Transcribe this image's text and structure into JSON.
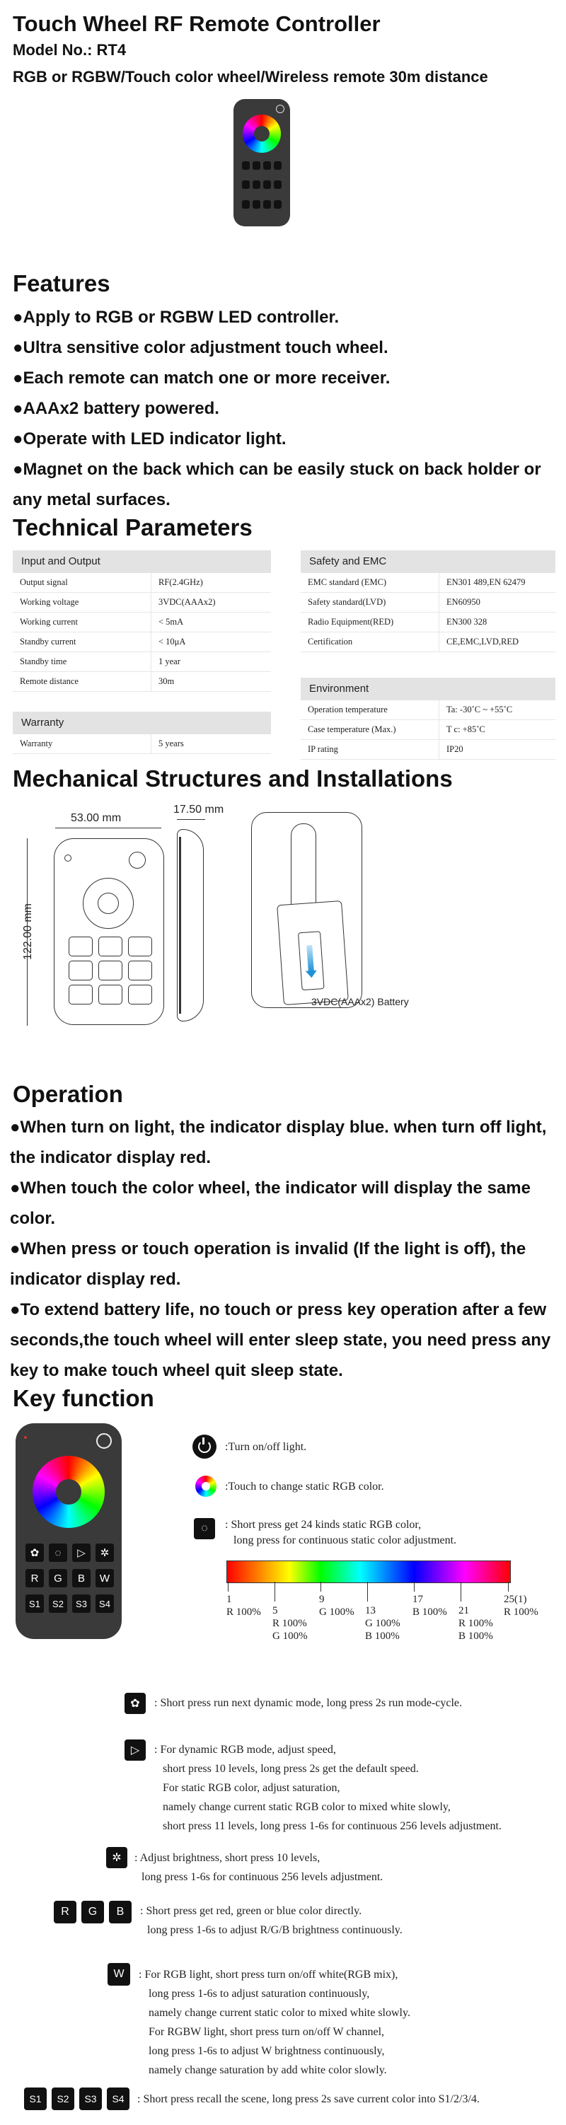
{
  "header": {
    "title": "Touch Wheel RF Remote Controller",
    "model": "Model No.: RT4",
    "subtitle": "RGB or RGBW/Touch color wheel/Wireless remote 30m distance"
  },
  "features": {
    "heading": "Features",
    "items": [
      "●Apply to RGB or RGBW LED controller.",
      "●Ultra sensitive color adjustment touch wheel.",
      "●Each remote can match one or more receiver.",
      "●AAAx2 battery powered.",
      "●Operate with LED indicator light.",
      "●Magnet on the back which can be easily stuck on back holder or",
      "any metal surfaces."
    ]
  },
  "tech": {
    "heading": "Technical Parameters",
    "io": {
      "title": "Input and Output",
      "rows": [
        [
          "Output signal",
          "RF(2.4GHz)"
        ],
        [
          "Working voltage",
          "3VDC(AAAx2)"
        ],
        [
          "Working current",
          "< 5mA"
        ],
        [
          "Standby current",
          "< 10μA"
        ],
        [
          "Standby time",
          "1 year"
        ],
        [
          "Remote distance",
          "30m"
        ]
      ]
    },
    "warranty": {
      "title": "Warranty",
      "rows": [
        [
          "Warranty",
          "5 years"
        ]
      ]
    },
    "safety": {
      "title": "Safety and EMC",
      "rows": [
        [
          "EMC standard (EMC)",
          "EN301 489,EN 62479"
        ],
        [
          "Safety standard(LVD)",
          "EN60950"
        ],
        [
          "Radio Equipment(RED)",
          "EN300 328"
        ],
        [
          "Certification",
          "CE,EMC,LVD,RED"
        ]
      ]
    },
    "env": {
      "title": "Environment",
      "rows": [
        [
          "Operation temperature",
          "Ta: -30˚C ~ +55˚C"
        ],
        [
          "Case temperature (Max.)",
          "T c: +85˚C"
        ],
        [
          "IP rating",
          "IP20"
        ]
      ]
    }
  },
  "mech": {
    "heading": "Mechanical Structures and Installations",
    "width": "53.00 mm",
    "depth": "17.50 mm",
    "height": "122.00 mm",
    "battery": "3VDC(AAAx2)  Battery"
  },
  "operation": {
    "heading": "Operation",
    "lines": [
      "●When turn on light, the indicator display blue. when turn off light,",
      "the indicator display red.",
      "●When touch the color wheel, the indicator will display the same",
      "color.",
      "●When press or touch operation is invalid (If the light is off), the",
      "indicator display red.",
      "●To extend battery life, no touch or press key operation after a few",
      "seconds,the touch wheel will enter sleep state, you need press any",
      "key to make touch wheel quit sleep state."
    ]
  },
  "keyfunc": {
    "heading": "Key function",
    "power": ":Turn on/off light.",
    "wheel": ":Touch to change static RGB color.",
    "cycle": [
      ": Short press get 24 kinds static RGB color,",
      "long press for continuous static color adjustment."
    ],
    "bar_top": [
      {
        "n": "1",
        "c": "R 100%"
      },
      {
        "n": "9",
        "c": "G 100%"
      },
      {
        "n": "17",
        "c": "B 100%"
      },
      {
        "n": "25(1)",
        "c": "R 100%"
      }
    ],
    "bar_bottom": [
      {
        "n": "5",
        "a": "R 100%",
        "b": "G 100%"
      },
      {
        "n": "13",
        "a": "G 100%",
        "b": "B 100%"
      },
      {
        "n": "21",
        "a": "R 100%",
        "b": "B 100%"
      }
    ],
    "mode": ": Short press run next dynamic mode, long press 2s run mode-cycle.",
    "speed": [
      ": For dynamic RGB mode, adjust speed,",
      "short press 10 levels, long press 2s get the default speed.",
      "For static RGB color, adjust saturation,",
      "namely change current static RGB color to mixed white slowly,",
      "short press 11 levels, long press 1-6s for continuous 256 levels adjustment."
    ],
    "bright": [
      ": Adjust brightness, short press 10 levels,",
      "long press 1-6s for continuous 256 levels adjustment."
    ],
    "rgb_labels": [
      "R",
      "G",
      "B"
    ],
    "rgb": [
      ": Short press get red, green or blue color directly.",
      "long press 1-6s to adjust R/G/B brightness continuously."
    ],
    "w_label": "W",
    "w": [
      ": For RGB light, short press turn on/off white(RGB mix),",
      "long press 1-6s to adjust saturation continuously,",
      "namely change current static color to mixed white slowly.",
      "For RGBW light, short  press  turn  on/off  W  channel,",
      "long press 1-6s to adjust W brightness continuously,",
      "namely change saturation by add white color slowly."
    ],
    "scene_labels": [
      "S1",
      "S2",
      "S3",
      "S4"
    ],
    "scene": ": Short press recall the scene, long press 2s save current color into S1/2/3/4.",
    "remote_keys": [
      "R",
      "G",
      "B",
      "W",
      "S1",
      "S2",
      "S3",
      "S4"
    ]
  },
  "colors": {
    "accent": "#111111",
    "table_header": "#e3e3e3",
    "remote": "#3a3a3a"
  }
}
